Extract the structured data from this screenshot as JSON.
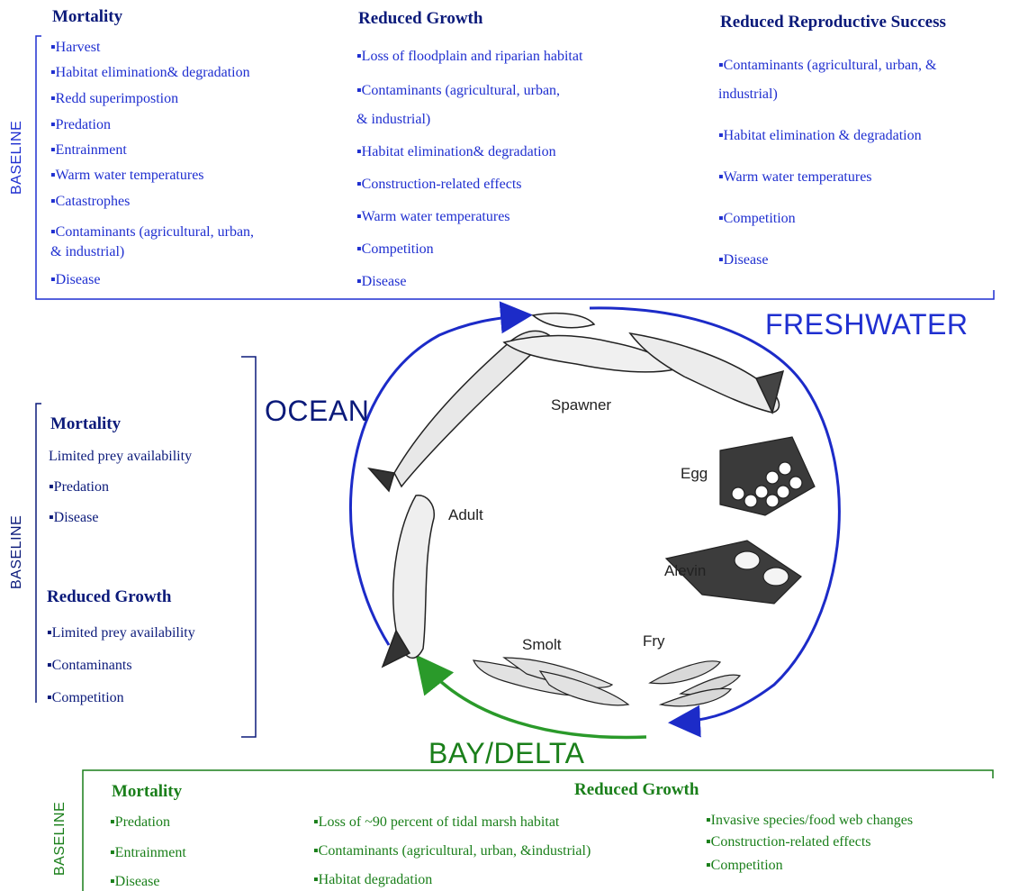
{
  "freshwater": {
    "baseline_label": "BASELINE",
    "region_label": "FRESHWATER",
    "mortality": {
      "heading": "Mortality",
      "items": [
        "▪Harvest",
        "▪Habitat elimination& degradation",
        "▪Redd superimpostion",
        "▪Predation",
        "▪Entrainment",
        "▪Warm water temperatures",
        "▪Catastrophes",
        "▪Contaminants (agricultural, urban,",
        "& industrial)",
        "▪Disease"
      ]
    },
    "reduced_growth": {
      "heading": "Reduced Growth",
      "items": [
        "▪Loss of floodplain and riparian habitat",
        "▪Contaminants (agricultural, urban,",
        "& industrial)",
        "▪Habitat elimination& degradation",
        "▪Construction-related effects",
        "▪Warm water temperatures",
        "▪Competition",
        "▪Disease"
      ]
    },
    "reduced_reproductive_success": {
      "heading": "Reduced Reproductive Success",
      "items": [
        "▪Contaminants (agricultural, urban, &",
        "industrial)",
        "▪Habitat elimination & degradation",
        "▪Warm water temperatures",
        "▪Competition",
        "▪Disease"
      ]
    }
  },
  "ocean": {
    "baseline_label": "BASELINE",
    "region_label": "OCEAN",
    "mortality": {
      "heading": "Mortality",
      "items": [
        "Limited prey availability",
        "▪Predation",
        "▪Disease"
      ]
    },
    "reduced_growth": {
      "heading": "Reduced Growth",
      "items": [
        "▪Limited prey availability",
        "▪Contaminants",
        "▪Competition"
      ]
    }
  },
  "bay_delta": {
    "baseline_label": "BASELINE",
    "region_label": "BAY/DELTA",
    "mortality": {
      "heading": "Mortality",
      "items": [
        "▪Predation",
        "▪Entrainment",
        "▪Disease"
      ]
    },
    "reduced_growth": {
      "heading": "Reduced Growth",
      "items_col1": [
        "▪Loss of ~90 percent of tidal marsh habitat",
        "▪Contaminants (agricultural, urban, &industrial)",
        "▪Habitat degradation"
      ],
      "items_col2": [
        "▪Invasive species/food web changes",
        "▪Construction-related effects",
        "▪Competition"
      ]
    }
  },
  "life_stages": [
    "Spawner",
    "Egg",
    "Alevin",
    "Fry",
    "Smolt",
    "Adult"
  ],
  "icons": [
    "salmon-fish-icon",
    "egg-cluster-icon",
    "alevin-icon",
    "fry-icon",
    "smolt-icon"
  ],
  "colors": {
    "freshwater": "#1f2fd0",
    "ocean": "#0b1a7a",
    "bay_delta": "#1a7f1a",
    "arrow_blue": "#1c2bc8",
    "arrow_green": "#2a9a2a"
  }
}
